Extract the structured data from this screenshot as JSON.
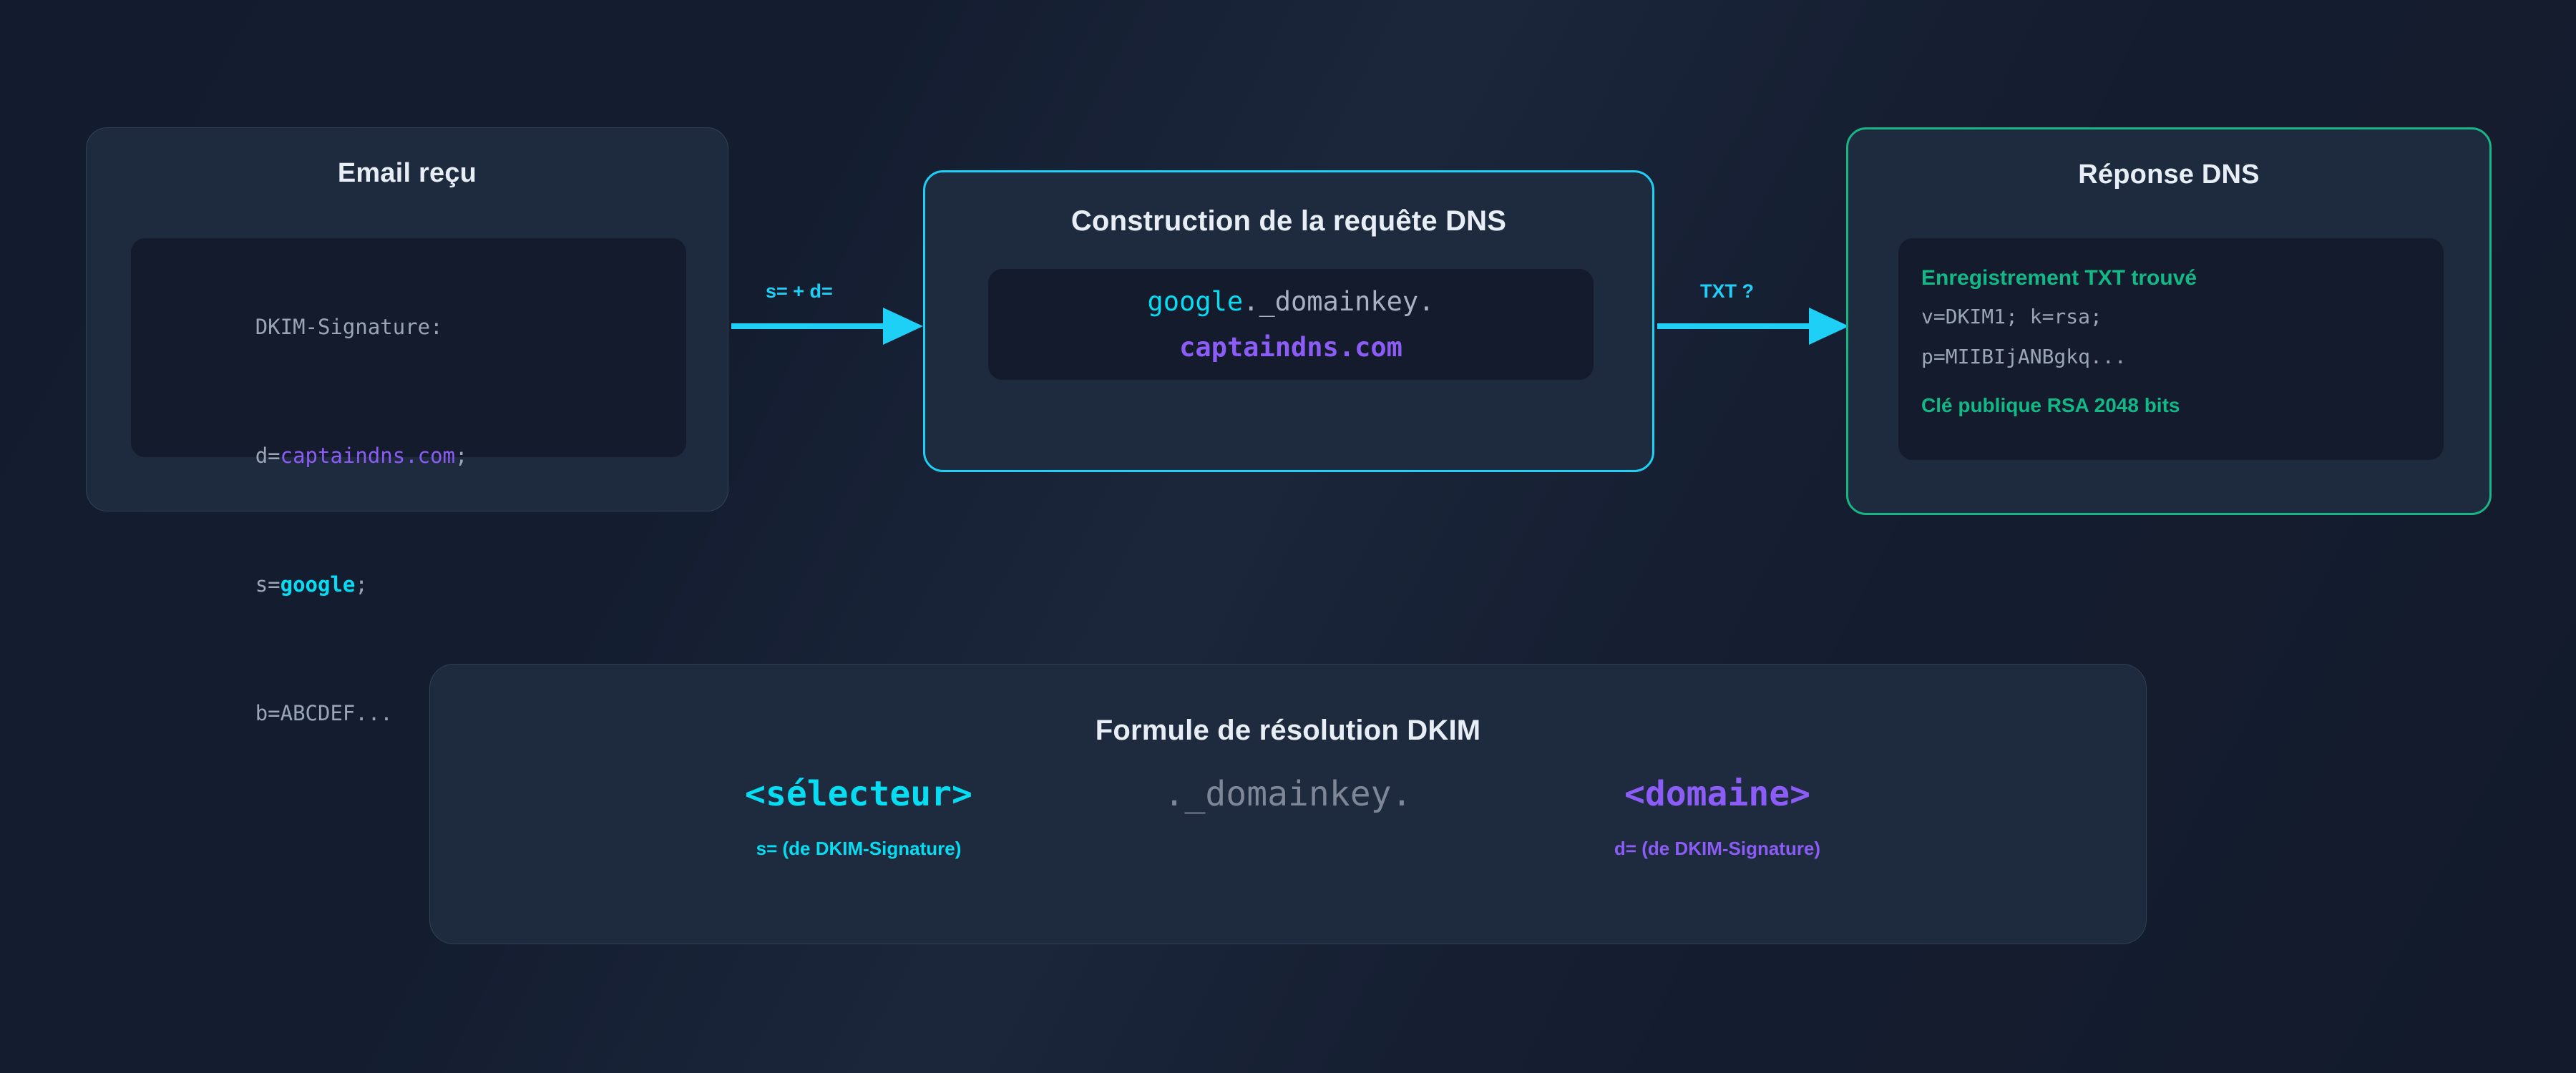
{
  "theme": {
    "background": "#121a2b",
    "card_bg": "#1e2a3d",
    "code_bg": "#131b2c",
    "accent_cyan": "#1ed0f5",
    "accent_green": "#19b587",
    "accent_purple": "#8b5cf6",
    "text_gray": "#9aa6b6",
    "text_white": "#e8eef6"
  },
  "email_card": {
    "title": "Email reçu",
    "code": {
      "line1": "DKIM-Signature:",
      "line2_key": "d=",
      "line2_value": "captaindns.com",
      "line2_end": ";",
      "line3_key": "s=",
      "line3_value": "google",
      "line3_end": ";",
      "line4": "b=ABCDEF..."
    }
  },
  "arrow1": {
    "label": "s= + d="
  },
  "query_card": {
    "title": "Construction de la requête DNS",
    "query_selector": "google",
    "query_middle": "._domainkey.",
    "query_domain": "captaindns.com"
  },
  "arrow2": {
    "label": "TXT ?"
  },
  "dns_card": {
    "title": "Réponse DNS",
    "record_found": "Enregistrement TXT trouvé",
    "record_line1": "v=DKIM1; k=rsa;",
    "record_line2": "p=MIIBIjANBgkq...",
    "key_info": "Clé publique RSA 2048 bits"
  },
  "formula_card": {
    "title": "Formule de résolution DKIM",
    "parts": [
      {
        "main": "<sélecteur>",
        "sub": "s= (de DKIM-Signature)"
      },
      {
        "main": "._domainkey.",
        "sub": ""
      },
      {
        "main": "<domaine>",
        "sub": "d= (de DKIM-Signature)"
      }
    ]
  }
}
